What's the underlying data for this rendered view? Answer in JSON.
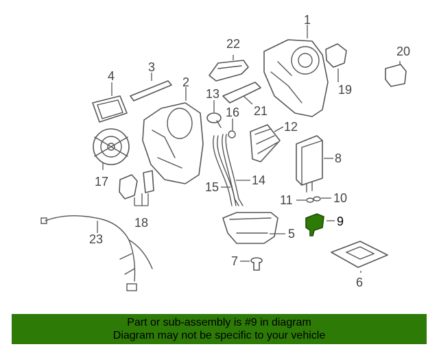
{
  "callouts": [
    {
      "id": "1",
      "label": "1"
    },
    {
      "id": "2",
      "label": "2"
    },
    {
      "id": "3",
      "label": "3"
    },
    {
      "id": "4",
      "label": "4"
    },
    {
      "id": "5",
      "label": "5"
    },
    {
      "id": "6",
      "label": "6"
    },
    {
      "id": "7",
      "label": "7"
    },
    {
      "id": "8",
      "label": "8"
    },
    {
      "id": "9",
      "label": "9"
    },
    {
      "id": "10",
      "label": "10"
    },
    {
      "id": "11",
      "label": "11"
    },
    {
      "id": "12",
      "label": "12"
    },
    {
      "id": "13",
      "label": "13"
    },
    {
      "id": "14",
      "label": "14"
    },
    {
      "id": "15",
      "label": "15"
    },
    {
      "id": "16",
      "label": "16"
    },
    {
      "id": "17",
      "label": "17"
    },
    {
      "id": "18",
      "label": "18"
    },
    {
      "id": "19",
      "label": "19"
    },
    {
      "id": "20",
      "label": "20"
    },
    {
      "id": "21",
      "label": "21"
    },
    {
      "id": "22",
      "label": "22"
    },
    {
      "id": "23",
      "label": "23"
    }
  ],
  "highlighted_part": "9",
  "highlight_color": "#2d7a07",
  "banner": {
    "line1": "Part or sub-assembly is #9 in diagram",
    "line2": "Diagram may not be specific to your vehicle",
    "background": "#2d7a07"
  }
}
